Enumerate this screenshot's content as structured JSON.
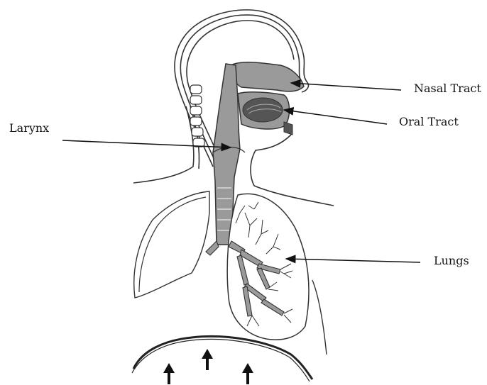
{
  "labels": {
    "nasal_tract": "Nasal Tract",
    "oral_tract": "Oral Tract",
    "larynx": "Larynx",
    "lungs": "Lungs"
  },
  "colors": {
    "line": "#333333",
    "airway_fill": "#9a9a9a",
    "dark_fill": "#555555",
    "background": "#ffffff"
  },
  "icons": [
    "up-arrow-icon",
    "up-arrow-icon",
    "up-arrow-icon"
  ]
}
